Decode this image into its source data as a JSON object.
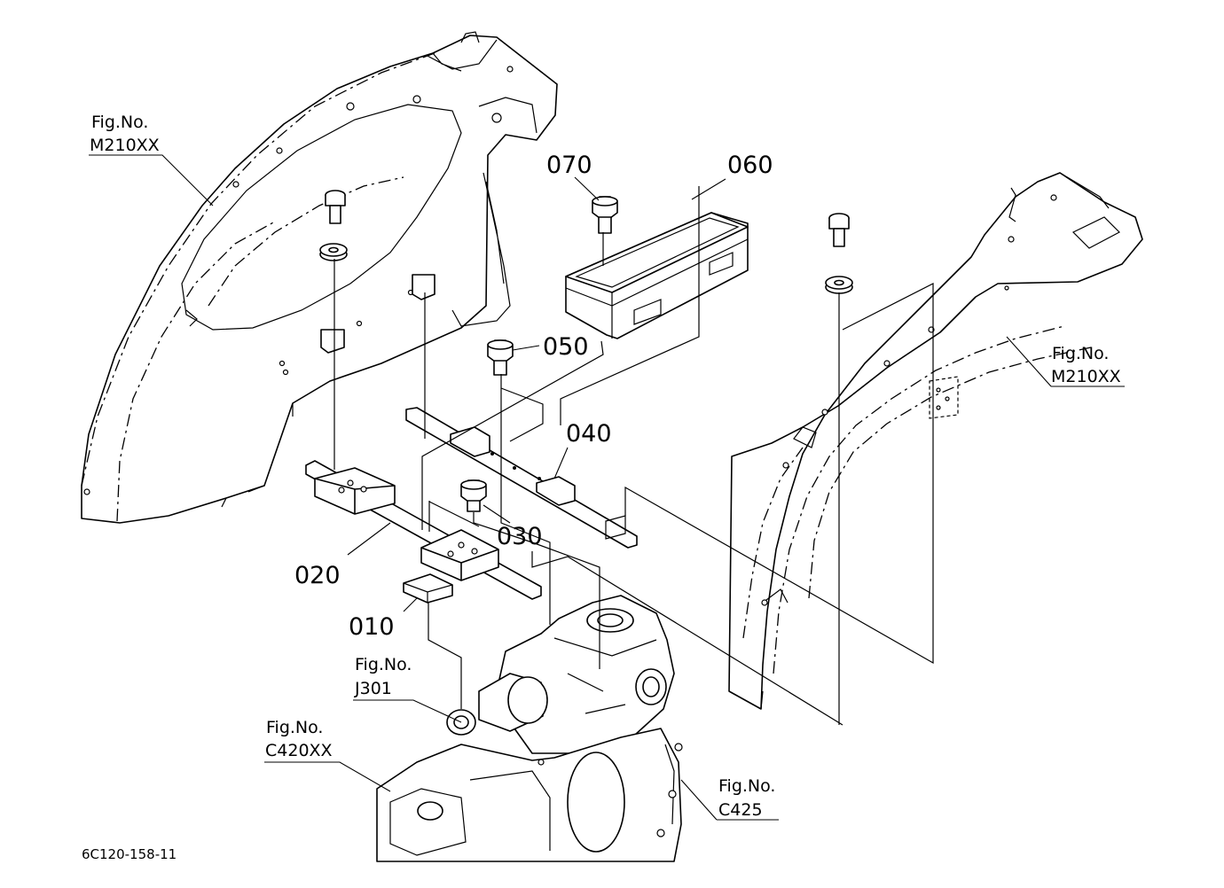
{
  "callouts": {
    "p010": "010",
    "p020": "020",
    "p030": "030",
    "p040": "040",
    "p050": "050",
    "p060": "060",
    "p070": "070"
  },
  "figure_refs": {
    "left_fender": {
      "title": "Fig.No.",
      "code": "M210XX"
    },
    "right_fender": {
      "title": "Fig.No.",
      "code": "M210XX"
    },
    "hydraulic": {
      "title": "Fig.No.",
      "code": "J301"
    },
    "transmission": {
      "title": "Fig.No.",
      "code": "C420XX"
    },
    "housing": {
      "title": "Fig.No.",
      "code": "C425"
    }
  },
  "diagram_code": "6C120-158-11"
}
